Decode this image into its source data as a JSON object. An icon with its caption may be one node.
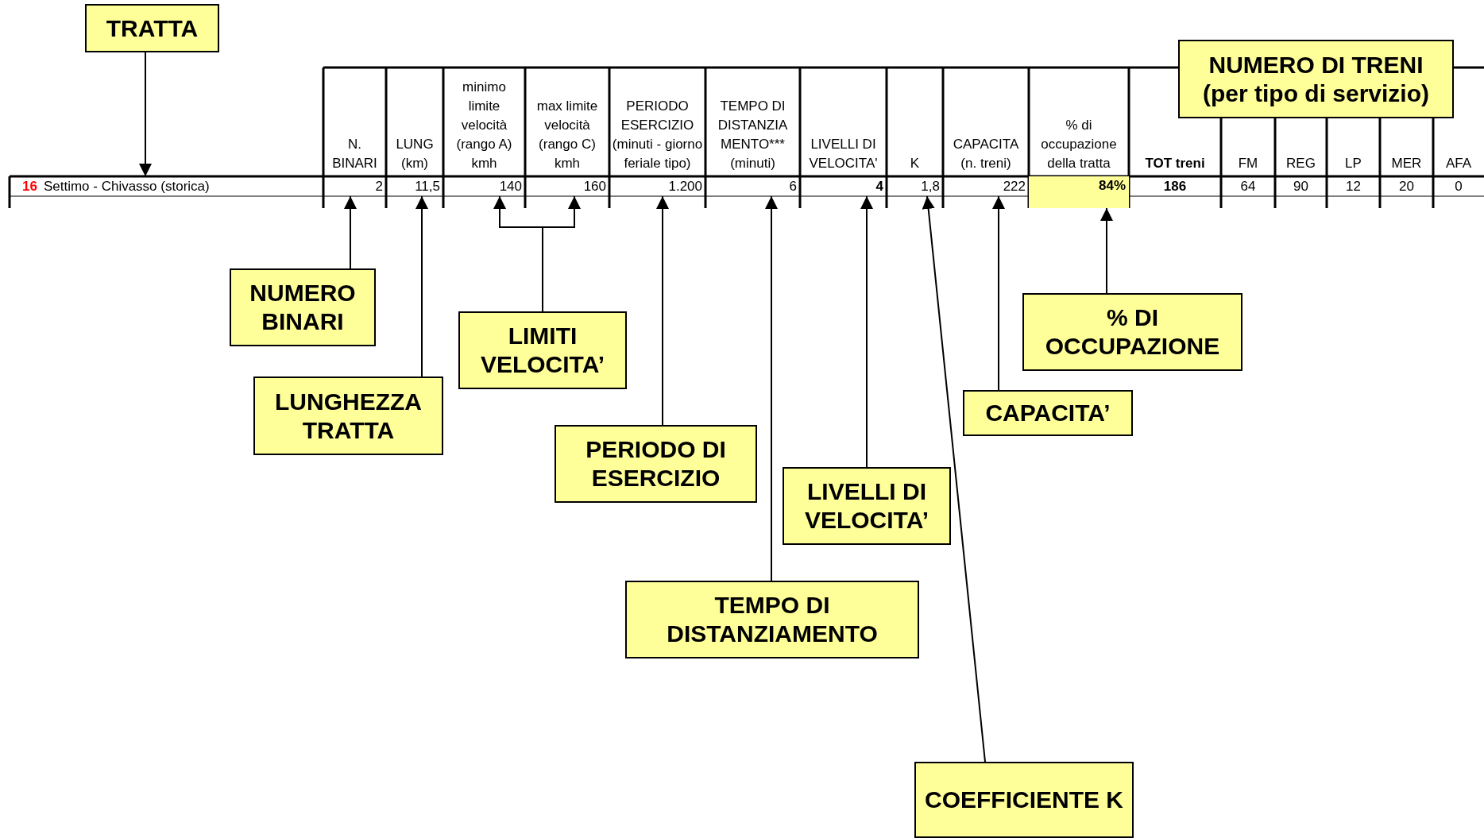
{
  "diagram": {
    "nodes": [
      {
        "text": [
          "TRATTA"
        ]
      },
      {
        "text": [
          "NUMERO DI TRENI (per tipo di servizio)"
        ]
      },
      {
        "text": [
          "16",
          "Settimo - Chivasso (storica)"
        ]
      },
      {
        "text": [
          "2"
        ]
      },
      {
        "text": [
          "11,5"
        ]
      },
      {
        "text": [
          "140"
        ]
      },
      {
        "text": [
          "160"
        ]
      },
      {
        "text": [
          "1.200"
        ]
      },
      {
        "text": [
          "6"
        ]
      },
      {
        "text": [
          "4"
        ]
      },
      {
        "text": [
          "1,8"
        ]
      },
      {
        "text": [
          "222"
        ]
      },
      {
        "text": [
          "84%"
        ]
      },
      {
        "text": [
          "NUMERO BINARI"
        ]
      },
      {
        "text": [
          "LUNGHEZZA TRATTA"
        ]
      },
      {
        "text": [
          "LIMITI VELOCITA’"
        ]
      },
      {
        "text": [
          "PERIODO DI ESERCIZIO"
        ]
      },
      {
        "text": [
          "LIVELLI DI VELOCITA’"
        ]
      },
      {
        "text": [
          "TEMPO DI DISTANZIAMENTO"
        ]
      },
      {
        "text": [
          "COEFFICIENTE K"
        ]
      },
      {
        "text": [
          "CAPACITA’"
        ]
      },
      {
        "text": [
          "% DI OCCUPAZIONE"
        ]
      }
    ],
    "edges": [
      {
        "from": 0,
        "to": 2,
        "arrow": "to"
      },
      {
        "from": 13,
        "to": 3,
        "arrow": "to"
      },
      {
        "from": 14,
        "to": 4,
        "arrow": "to"
      },
      {
        "from": 15,
        "to": 5,
        "arrow": "to"
      },
      {
        "from": 15,
        "to": 6,
        "arrow": "to"
      },
      {
        "from": 16,
        "to": 7,
        "arrow": "to"
      },
      {
        "from": 18,
        "to": 8,
        "arrow": "to"
      },
      {
        "from": 17,
        "to": 9,
        "arrow": "to"
      },
      {
        "from": 19,
        "to": 10,
        "arrow": "to"
      },
      {
        "from": 20,
        "to": 11,
        "arrow": "to"
      },
      {
        "from": 21,
        "to": 12,
        "arrow": "to"
      }
    ],
    "labels": [
      "N. BINARI",
      "LUNG (km)",
      "minimo limite velocità (rango A) kmh",
      "max limite velocità (rango C) kmh",
      "PERIODO ESERCIZIO (minuti - giorno feriale tipo)",
      "TEMPO DI DISTANZIA MENTO*** (minuti)",
      "LIVELLI DI VELOCITA'",
      "K",
      "CAPACITA (n. treni)",
      "% di occupazione della tratta",
      "TOT treni",
      "FM",
      "REG",
      "LP",
      "MER",
      "AFA",
      "186",
      "64",
      "90",
      "12",
      "20",
      "0"
    ]
  }
}
